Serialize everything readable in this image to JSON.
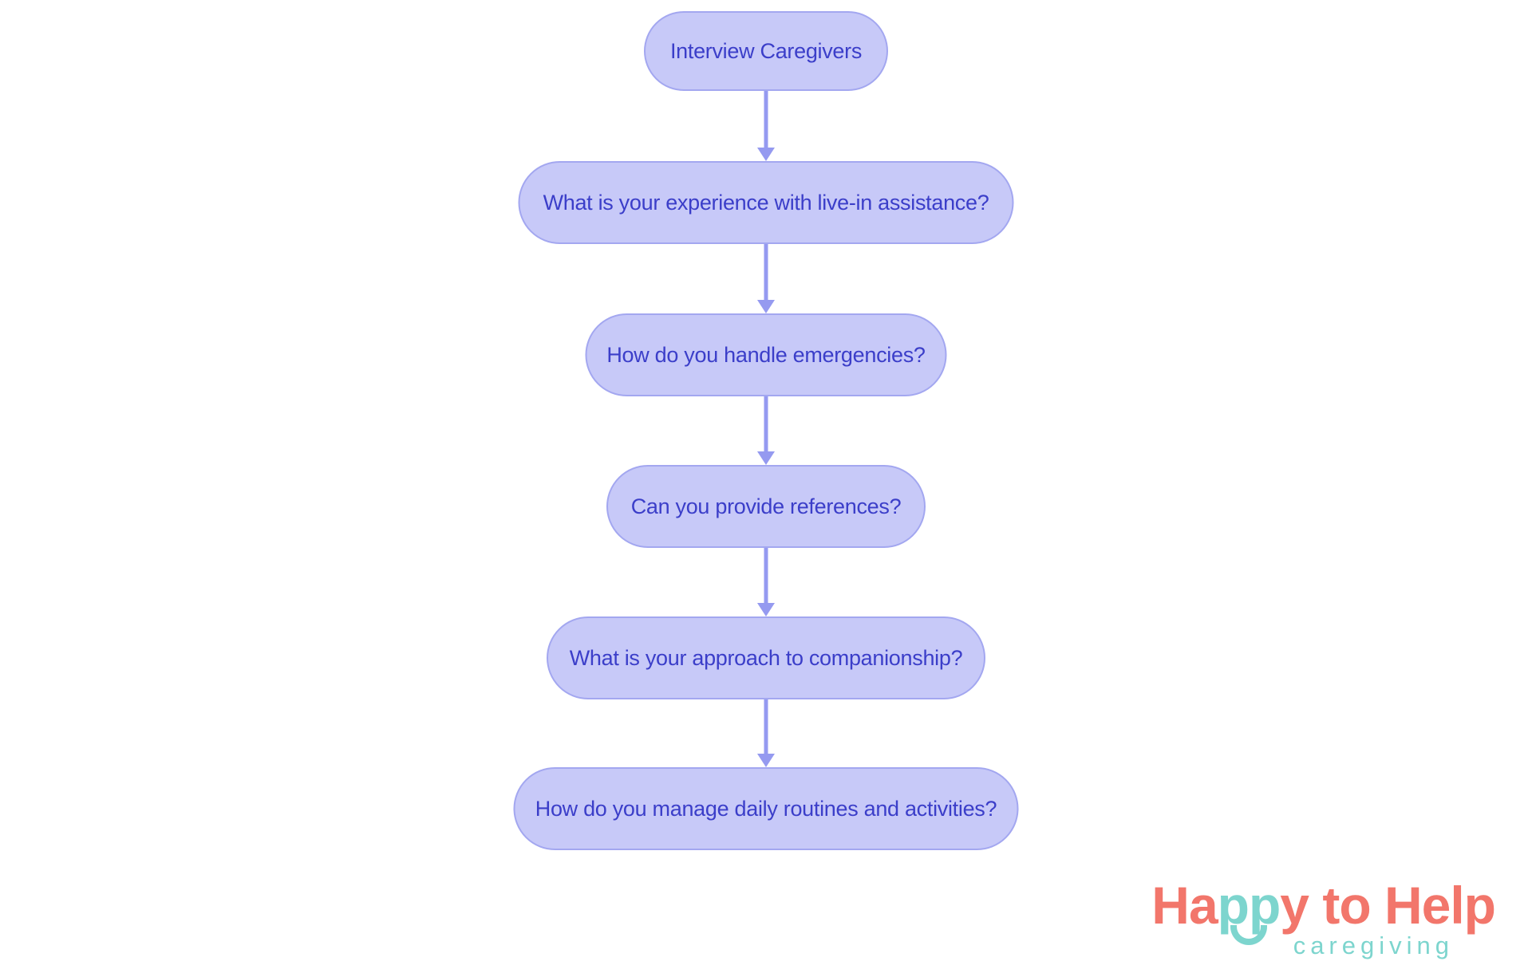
{
  "flowchart": {
    "nodes": [
      {
        "label": "Interview Caregivers"
      },
      {
        "label": "What is your experience with live-in assistance?"
      },
      {
        "label": "How do you handle emergencies?"
      },
      {
        "label": "Can you provide references?"
      },
      {
        "label": "What is your approach to companionship?"
      },
      {
        "label": "How do you manage daily routines and activities?"
      }
    ],
    "colors": {
      "node_fill": "#C7C9F8",
      "node_border": "#A3A7F0",
      "node_text": "#3B3EC9",
      "arrow": "#959AF0"
    }
  },
  "logo": {
    "part_ha": "Ha",
    "part_pp": "pp",
    "part_rest": "y to Help",
    "tagline": "caregiving",
    "colors": {
      "coral": "#F2766B",
      "teal": "#7DD5CE"
    }
  }
}
